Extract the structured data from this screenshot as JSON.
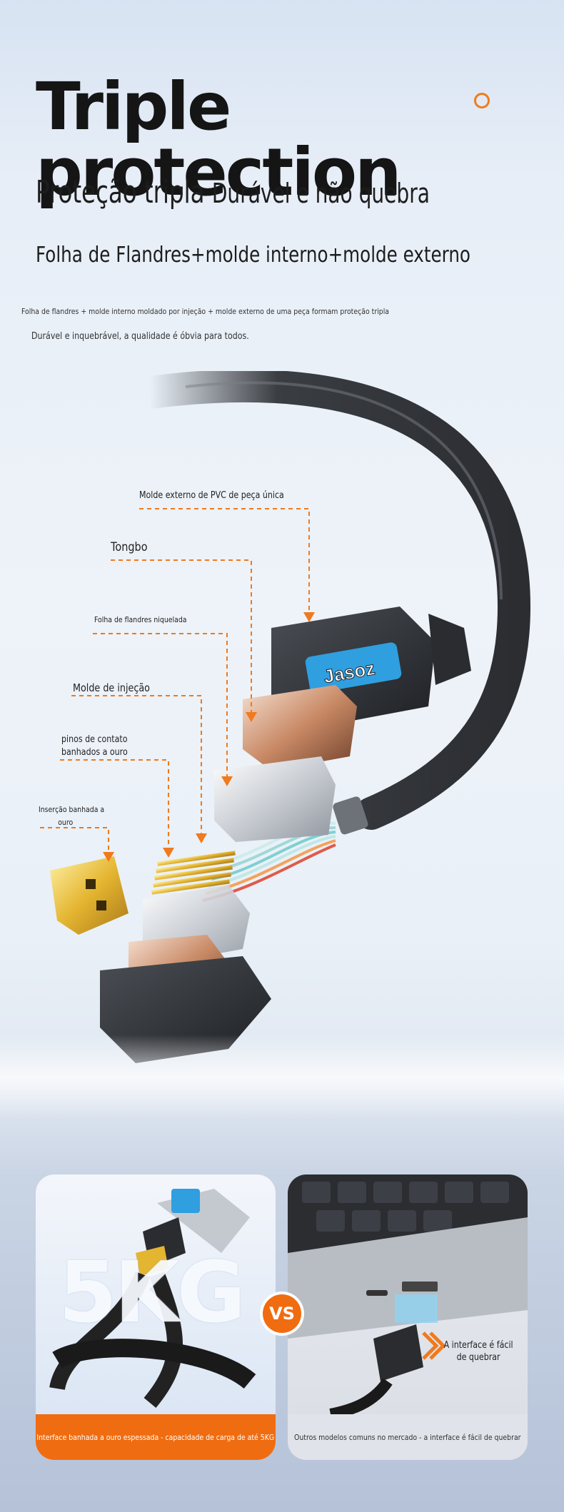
{
  "heading": {
    "title": "Triple protection",
    "subtitle_a": "Proteção tripla",
    "subtitle_b": "Durável e não quebra",
    "layers": "Folha de Flandres+molde interno+molde externo"
  },
  "description": {
    "line1": "Folha de flandres + molde interno moldado por injeção + molde externo de uma peça formam proteção tripla",
    "line2": "Durável e inquebrável, a qualidade é óbvia para todos."
  },
  "brand_logo": "Jasoz",
  "callouts": {
    "pvc": "Molde externo de PVC de peça única",
    "tongbo": "Tongbo",
    "tinplate": "Folha de flandres niquelada",
    "injection": "Molde de injeção",
    "pins_1": "pinos de contato",
    "pins_2": "banhados a ouro",
    "insert_1": "Inserção banhada a",
    "insert_2": "ouro"
  },
  "comparison": {
    "left_overlay": "5KG",
    "vs": "VS",
    "left_caption": "Interface banhada a ouro espessada - capacidade de carga de até 5KG",
    "right_note_1": "A interface é fácil",
    "right_note_2": "de quebrar",
    "right_caption": "Outros modelos comuns no mercado - a interface é fácil de quebrar"
  },
  "colors": {
    "accent": "#f06c11",
    "title": "#151515",
    "logo_blue": "#2f9fe0"
  }
}
